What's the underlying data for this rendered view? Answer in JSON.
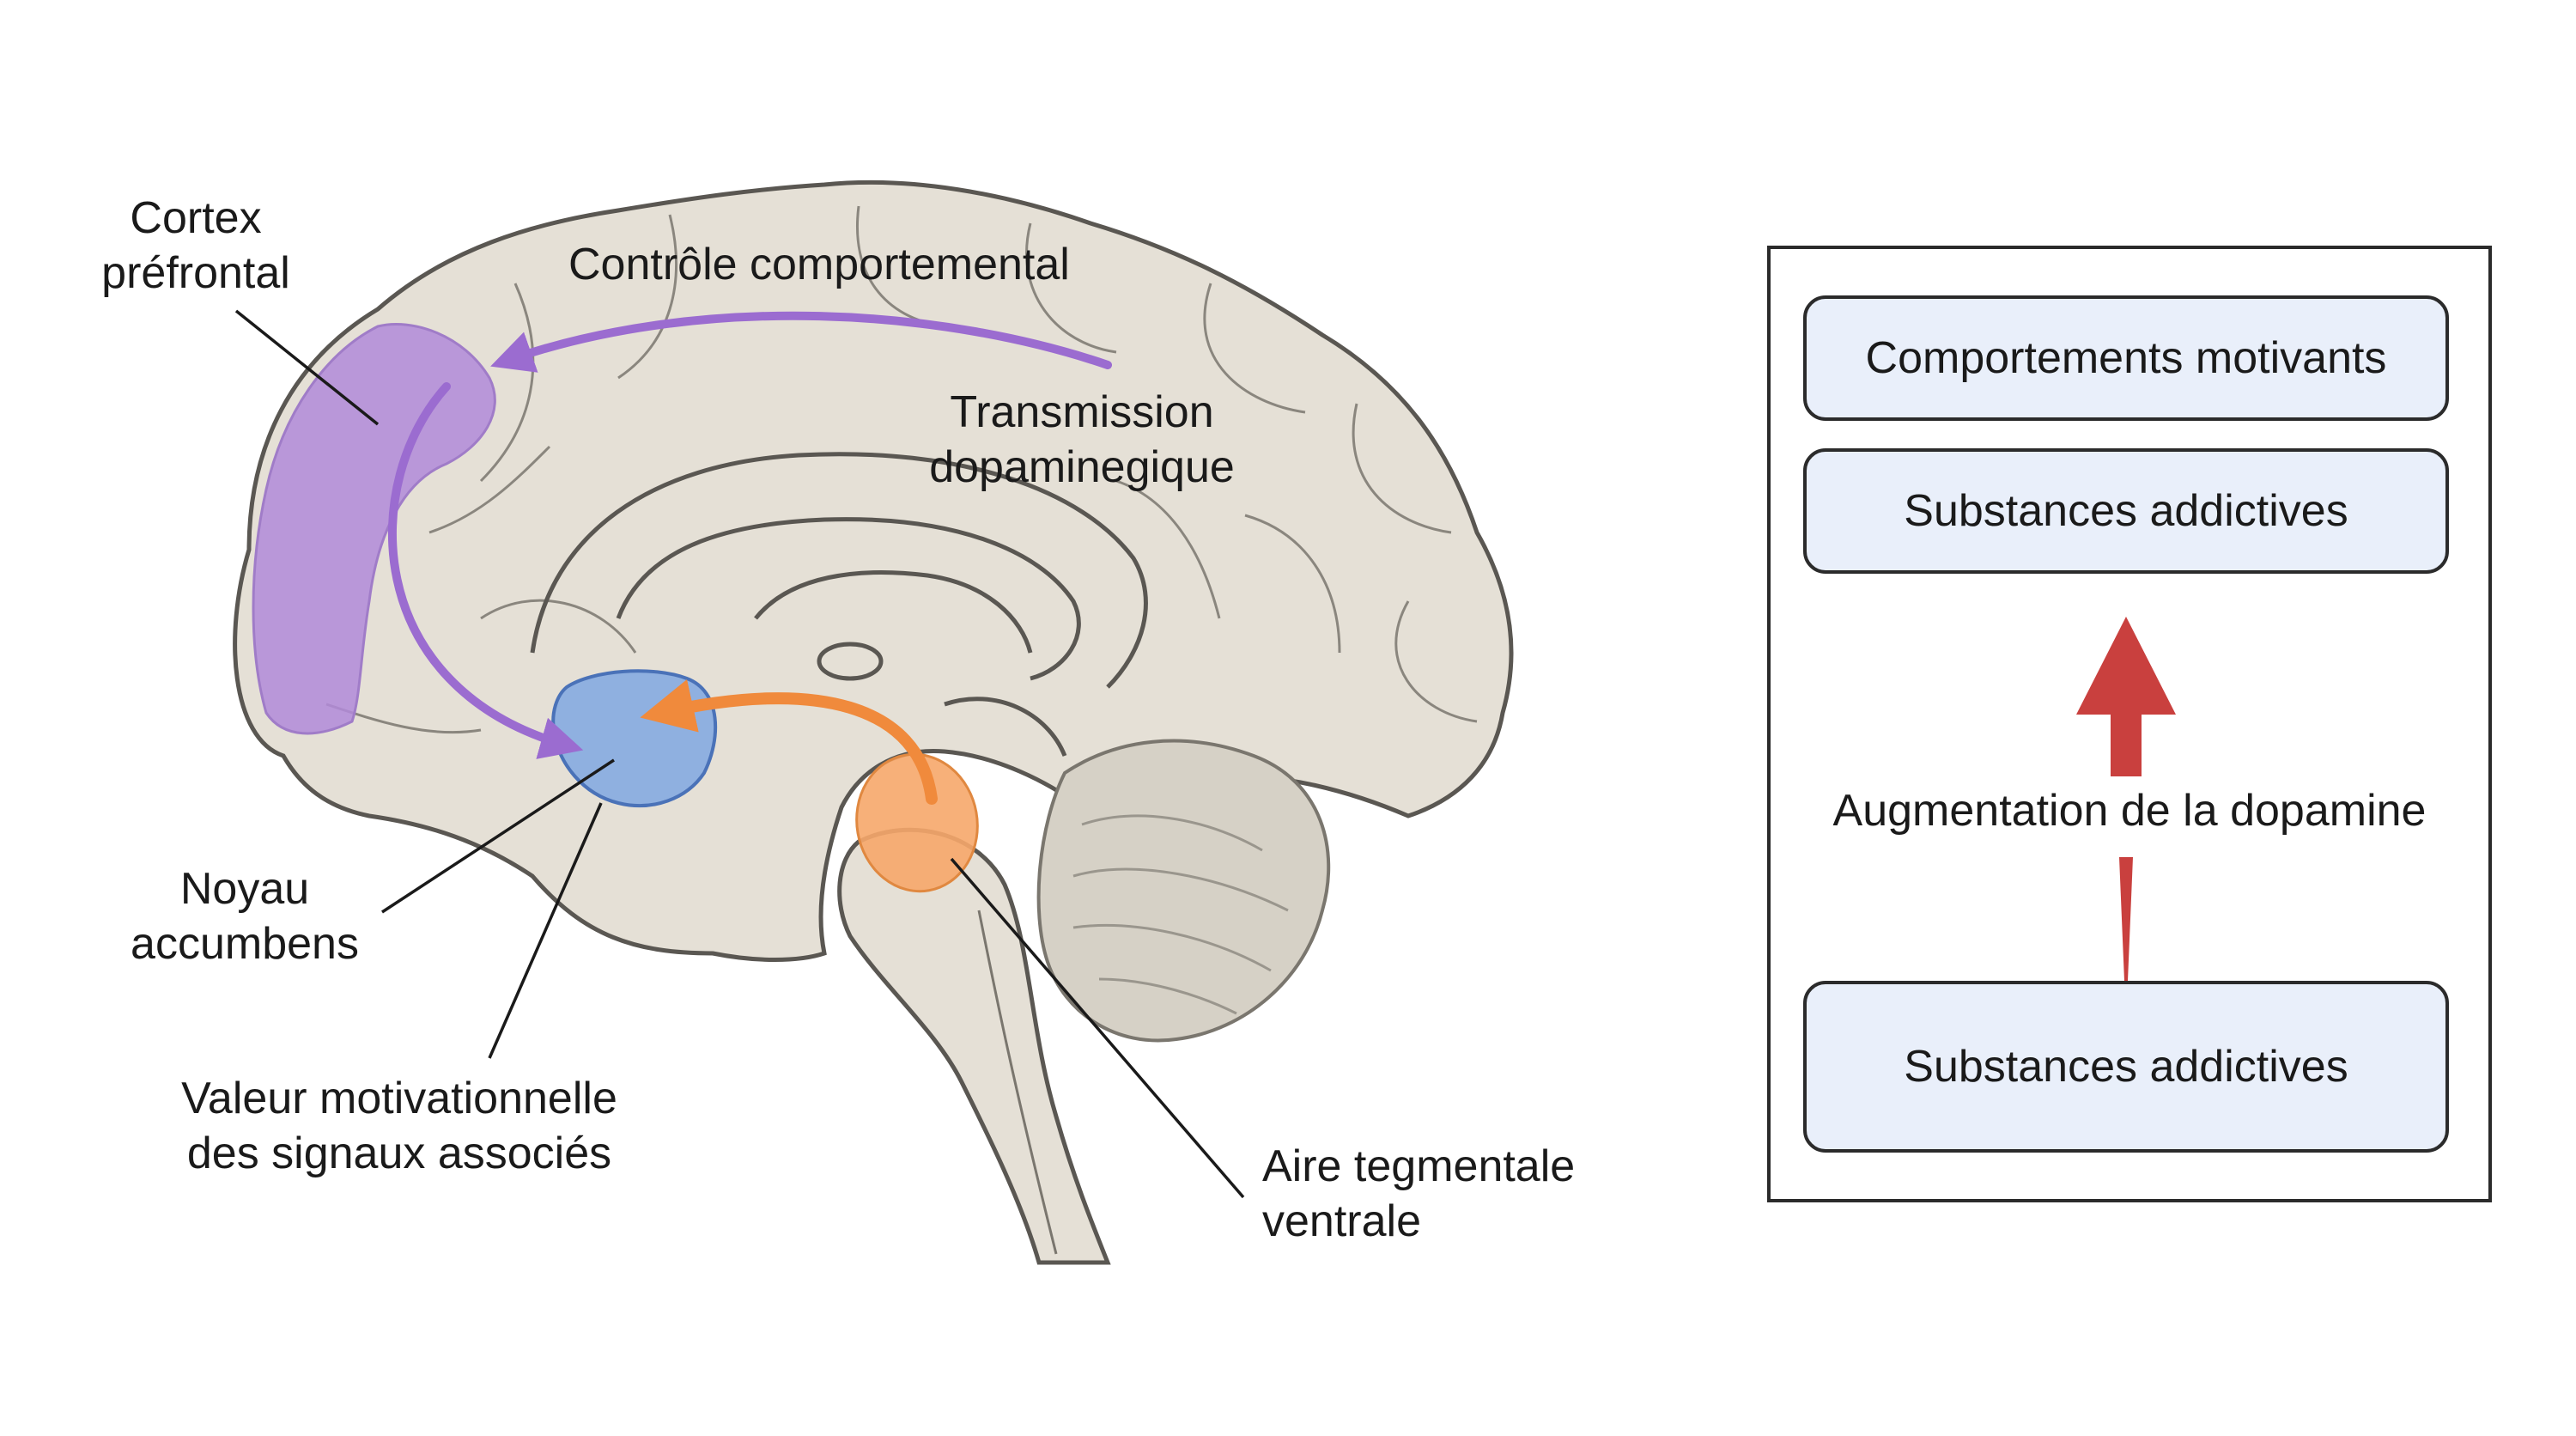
{
  "brain_labels": {
    "prefrontal_cortex": [
      "Cortex",
      "préfrontal"
    ],
    "behavioral_control": "Contrôle comportemental",
    "dopamine_transmission": [
      "Transmission",
      "dopaminegique"
    ],
    "nucleus_accumbens": [
      "Noyau",
      "accumbens"
    ],
    "motivational_value": [
      "Valeur motivationnelle",
      "des signaux associés"
    ],
    "vta": [
      "Aire tegmentale",
      "ventrale"
    ]
  },
  "panel": {
    "box_top_1": "Comportements motivants",
    "box_top_2": "Substances addictives",
    "increase_label": "Augmentation de la dopamine",
    "box_bottom": "Substances addictives"
  },
  "colors": {
    "brain_fill": "#e5e0d6",
    "brain_stroke": "#5a5752",
    "prefrontal": "#b28ad9",
    "nucleus_accumbens": "#8fb0e0",
    "vta": "#f6a76a",
    "purple_arrow": "#9b6cd0",
    "orange_arrow": "#f08a3c",
    "red_arrow": "#c9403e",
    "box_fill": "#e9effa"
  }
}
